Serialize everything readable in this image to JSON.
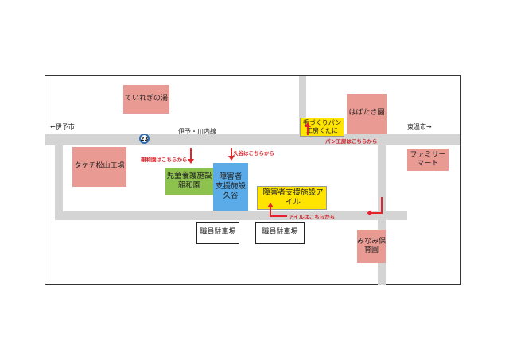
{
  "map": {
    "city_west": "←伊予市",
    "city_east": "東温市→",
    "road_name": "伊予・川内線",
    "route_number": "23",
    "landmarks": {
      "teinegi": "ていれぎの湯",
      "takechi": "タケチ松山工場",
      "hahataki": "はばたき園",
      "familymart": "ファミリーマート",
      "minami": "みなみ保育園"
    },
    "facilities": {
      "shinwaen": "児童養護施設\n親和園",
      "kutani": "障害者\n支援施設\n久谷",
      "airu": "障害者支援施設アイル",
      "pan": "手づくりパン\n工房くたに"
    },
    "parking": {
      "left": "職員駐車場",
      "right": "職員駐車場"
    },
    "directions": {
      "shinwaen": "親和園はこちらから",
      "kutani": "久谷はこちらから",
      "pan": "パン工房はこちらから",
      "airu": "アイルはこちらから"
    },
    "colors": {
      "landmark": "#e99a93",
      "shinwaen": "#8dc24e",
      "kutani": "#5aabe8",
      "airu_pan": "#ffe400",
      "arrow": "#e3242b",
      "road": "#d4d4d4"
    }
  }
}
